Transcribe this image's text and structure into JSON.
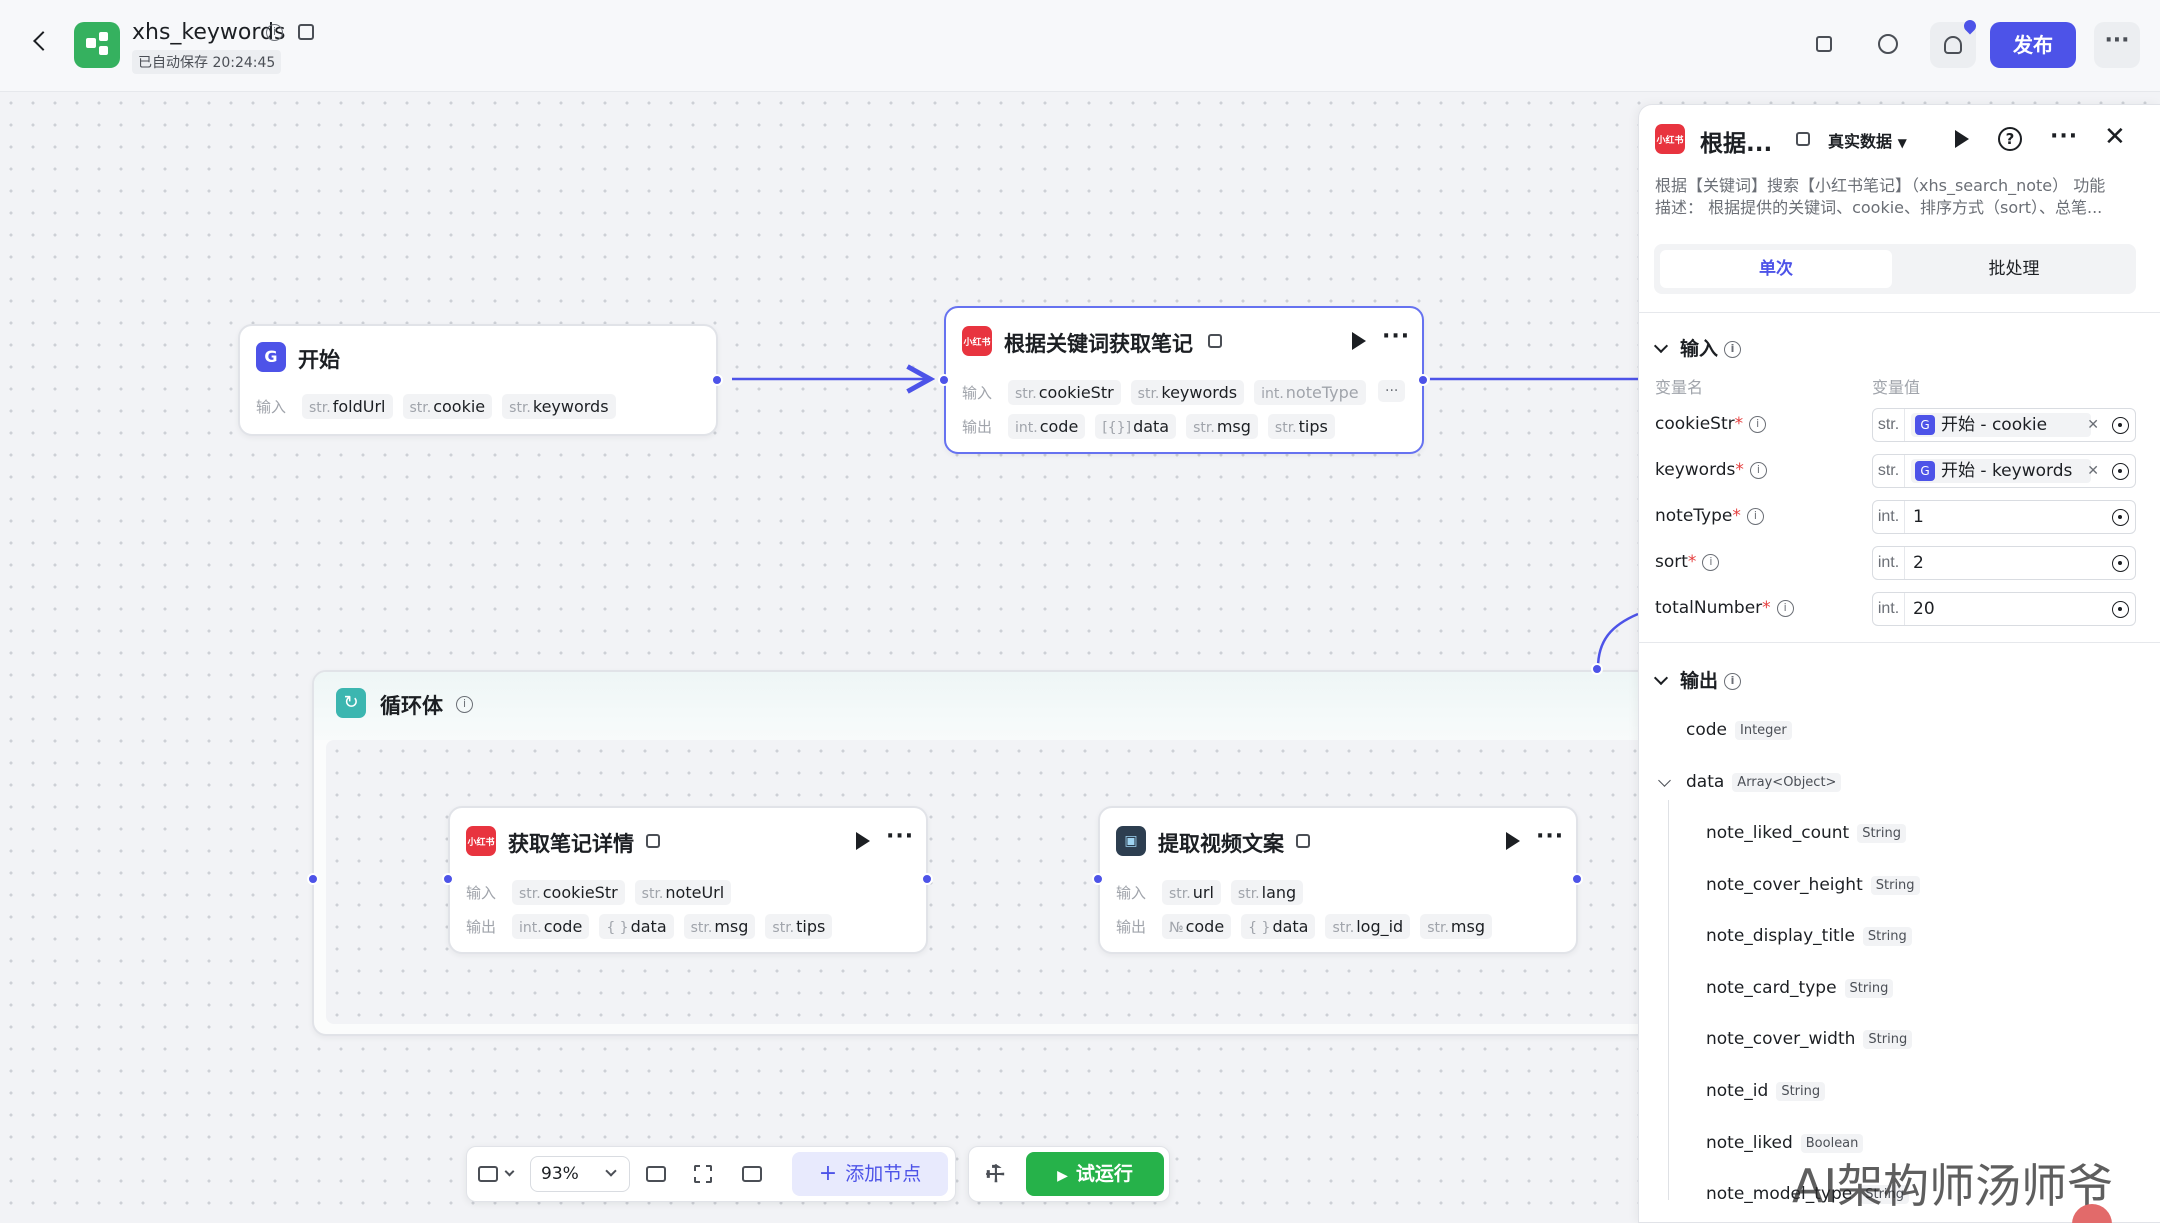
{
  "header": {
    "title": "xhs_keywords",
    "autosave": "已自动保存 20:24:45",
    "publish_label": "发布"
  },
  "nodes": {
    "start": {
      "title": "开始",
      "input_label": "输入",
      "inputs": [
        {
          "type": "str.",
          "name": "foldUrl"
        },
        {
          "type": "str.",
          "name": "cookie"
        },
        {
          "type": "str.",
          "name": "keywords"
        }
      ]
    },
    "search": {
      "title": "根据关键词获取笔记",
      "input_label": "输入",
      "output_label": "输出",
      "inputs": [
        {
          "type": "str.",
          "name": "cookieStr"
        },
        {
          "type": "str.",
          "name": "keywords"
        },
        {
          "type": "int.",
          "name": "noteType"
        }
      ],
      "more": "···",
      "outputs": [
        {
          "type": "int.",
          "name": "code"
        },
        {
          "type": "[{}]",
          "name": "data"
        },
        {
          "type": "str.",
          "name": "msg"
        },
        {
          "type": "str.",
          "name": "tips"
        }
      ]
    },
    "loop": {
      "title": "循环体"
    },
    "detail": {
      "title": "获取笔记详情",
      "input_label": "输入",
      "output_label": "输出",
      "inputs": [
        {
          "type": "str.",
          "name": "cookieStr"
        },
        {
          "type": "str.",
          "name": "noteUrl"
        }
      ],
      "outputs": [
        {
          "type": "int.",
          "name": "code"
        },
        {
          "type": "{ }",
          "name": "data"
        },
        {
          "type": "str.",
          "name": "msg"
        },
        {
          "type": "str.",
          "name": "tips"
        }
      ]
    },
    "video": {
      "title": "提取视频文案",
      "input_label": "输入",
      "output_label": "输出",
      "inputs": [
        {
          "type": "str.",
          "name": "url"
        },
        {
          "type": "str.",
          "name": "lang"
        }
      ],
      "outputs": [
        {
          "type": "№",
          "name": "code"
        },
        {
          "type": "{ }",
          "name": "data"
        },
        {
          "type": "str.",
          "name": "log_id"
        },
        {
          "type": "str.",
          "name": "msg"
        }
      ]
    }
  },
  "panel": {
    "title": "根据...",
    "data_mode": "真实数据",
    "description_line1": "根据【关键词】搜索【小红书笔记】（xhs_search_note） 功能",
    "description_line2": "描述：  根据提供的关键词、cookie、排序方式（sort）、总笔...",
    "tabs": [
      "单次",
      "批处理"
    ],
    "input_section": "输入",
    "col_name": "变量名",
    "col_value": "变量值",
    "params": [
      {
        "name": "cookieStr",
        "type": "str.",
        "ref": "开始 - cookie"
      },
      {
        "name": "keywords",
        "type": "str.",
        "ref": "开始 - keywords"
      },
      {
        "name": "noteType",
        "type": "int.",
        "value": "1"
      },
      {
        "name": "sort",
        "type": "int.",
        "value": "2"
      },
      {
        "name": "totalNumber",
        "type": "int.",
        "value": "20"
      }
    ],
    "required_mark": "*",
    "output_section": "输出",
    "outputs": [
      {
        "name": "code",
        "type": "Integer"
      },
      {
        "name": "data",
        "type": "Array<Object>"
      },
      {
        "name": "note_liked_count",
        "type": "String"
      },
      {
        "name": "note_cover_height",
        "type": "String"
      },
      {
        "name": "note_display_title",
        "type": "String"
      },
      {
        "name": "note_card_type",
        "type": "String"
      },
      {
        "name": "note_cover_width",
        "type": "String"
      },
      {
        "name": "note_id",
        "type": "String"
      },
      {
        "name": "note_liked",
        "type": "Boolean"
      },
      {
        "name": "note_model_type",
        "type": "String"
      }
    ]
  },
  "toolbar": {
    "zoom": "93%",
    "add_node": "添加节点",
    "test_run": "试运行"
  },
  "watermark": "AI架构师汤师爷"
}
